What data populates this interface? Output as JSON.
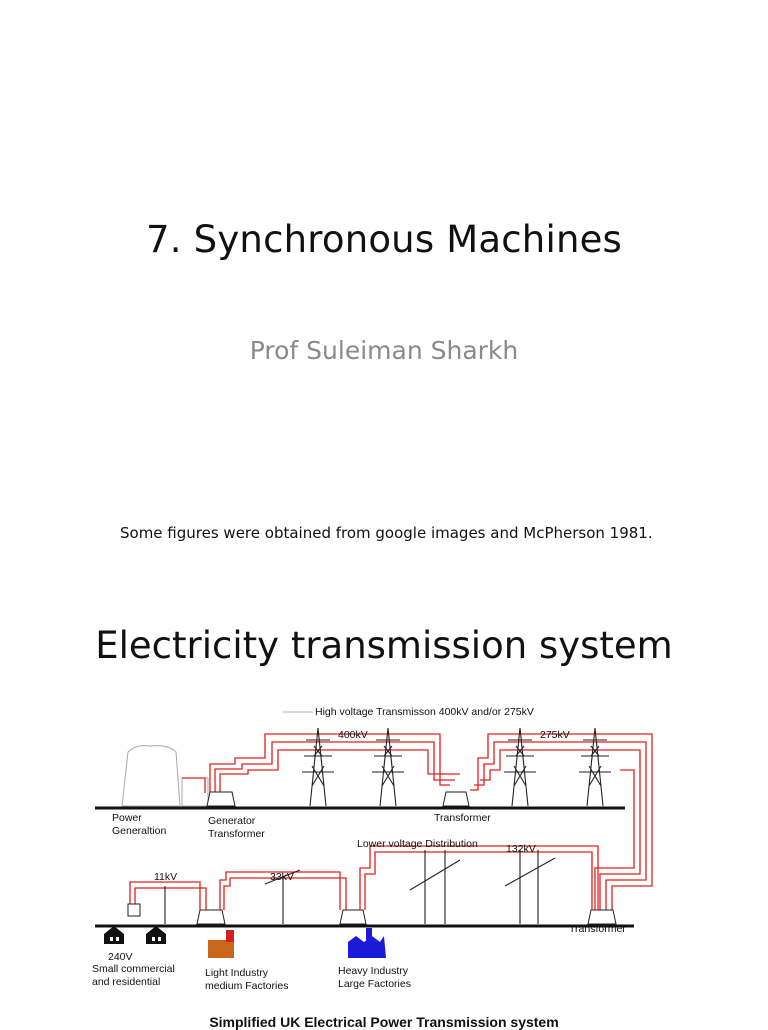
{
  "slide1": {
    "title": "7. Synchronous Machines",
    "author": "Prof Suleiman Sharkh",
    "note": "Some figures were obtained from google images and McPherson 1981."
  },
  "slide2": {
    "title": "Electricity transmission system",
    "diagram": {
      "labels": {
        "high_voltage": "High voltage Transmisson 400kV and/or 275kV",
        "v400": "400kV",
        "v275": "275kV",
        "power_generation": [
          "Power",
          "Generaltion"
        ],
        "generator_transformer": [
          "Generator",
          "Transformer"
        ],
        "transformer_top": "Transformer",
        "lower_voltage": "Lower voltage Distribution",
        "v132": "132kV",
        "v11": "11kV",
        "v33": "33kV",
        "transformer_bottom": "Transformer",
        "v240": "240V",
        "small_commercial": [
          "Small commercial",
          "and residential"
        ],
        "light_industry": [
          "Light Industry",
          "medium Factories"
        ],
        "heavy_industry": [
          "Heavy Industry",
          "Large Factories"
        ]
      },
      "colors": {
        "line_red": "#e0201c",
        "ground": "#111111",
        "light_industry": "#c8661a",
        "heavy_industry": "#1a1ad8"
      }
    },
    "cut_caption": "Simplified UK Electrical Power Transmission system"
  }
}
